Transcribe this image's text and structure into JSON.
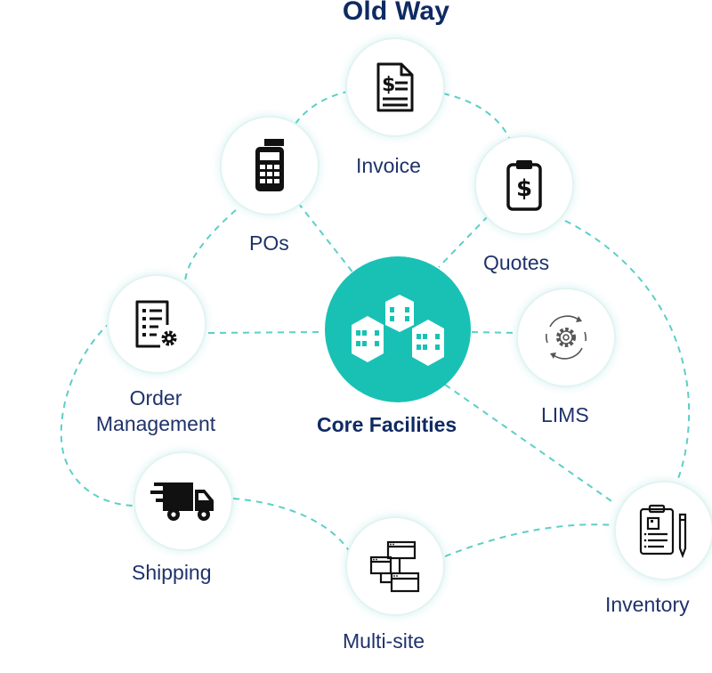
{
  "title": "Old Way",
  "center": {
    "label": "Core Facilities",
    "icon": "buildings-icon"
  },
  "nodes": [
    {
      "id": "invoice",
      "label": "Invoice",
      "icon": "invoice-icon"
    },
    {
      "id": "pos",
      "label": "POs",
      "icon": "cash-register-icon"
    },
    {
      "id": "quotes",
      "label": "Quotes",
      "icon": "clipboard-dollar-icon"
    },
    {
      "id": "order_management",
      "label": "Order\nManagement",
      "icon": "order-list-gear-icon"
    },
    {
      "id": "lims",
      "label": "LIMS",
      "icon": "gear-cycle-icon"
    },
    {
      "id": "shipping",
      "label": "Shipping",
      "icon": "truck-icon"
    },
    {
      "id": "multisite",
      "label": "Multi-site",
      "icon": "windows-network-icon"
    },
    {
      "id": "inventory",
      "label": "Inventory",
      "icon": "clipboard-checklist-icon"
    }
  ],
  "colors": {
    "accent": "#19c1b5",
    "dashed_line": "#5ccfc7",
    "text": "#1f326b",
    "title": "#0f2a63"
  }
}
